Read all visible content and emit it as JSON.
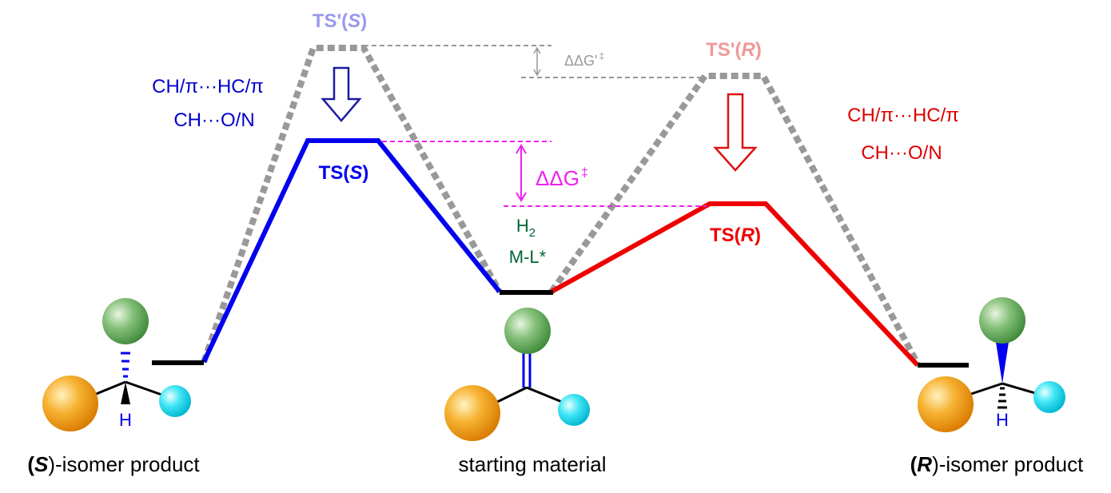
{
  "labels": {
    "ts_prime_s_prefix": "TS'(",
    "ts_prime_s_stereo": "S",
    "ts_prime_r_prefix": "TS'(",
    "ts_prime_r_stereo": "R",
    "ts_s_prefix": "TS(",
    "ts_s_stereo": "S",
    "ts_r_prefix": "TS(",
    "ts_r_stereo": "R",
    "close_paren": ")",
    "ddg_prime_main": "ΔΔG'",
    "ddg_prime_sup": "‡",
    "ddg_main": "ΔΔG",
    "ddg_sup": "‡",
    "catalyst_h": "H",
    "catalyst_h_sub": "2",
    "catalyst_ml": "M-L*",
    "left_interaction_1": "CH/π···HC/π",
    "left_interaction_2": "CH···O/N",
    "right_interaction_1": "CH/π···HC/π",
    "right_interaction_2": "CH···O/N",
    "hydrogen_left": "H",
    "hydrogen_right": "H",
    "s_product_stereo": "S",
    "s_product_open": "(",
    "s_product_rest": ")-isomer product",
    "starting_material": "starting material",
    "r_product_stereo": "R",
    "r_product_open": "(",
    "r_product_rest": ")-isomer product"
  },
  "colors": {
    "s_path": "#0000ee",
    "r_path": "#ee0000",
    "prime_path": "#999999",
    "magenta": "#ee22ee",
    "catalyst": "#006633",
    "ts_prime_s": "#9999ee",
    "ts_prime_r": "#ee9999",
    "ball_orange": "#f5a623",
    "ball_green": "#6fb86a",
    "ball_cyan": "#33e0f0"
  }
}
